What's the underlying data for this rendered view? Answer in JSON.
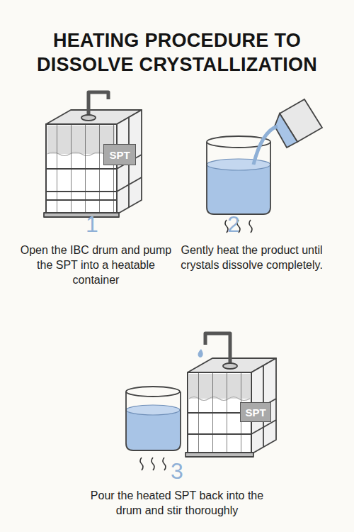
{
  "diagram": {
    "title": "HEATING PROCEDURE TO DISSOLVE CRYSTALLIZATION",
    "nodes": [
      {
        "text": [
          "SPT"
        ]
      },
      {
        "text": [
          "SPT"
        ]
      }
    ],
    "labels": [
      "1",
      "Open the IBC drum and pump the SPT into a heatable container",
      "2",
      "Gently heat the product until crystals dissolve completely.",
      "3",
      "Pour the heated SPT back into the drum and stir thoroughly"
    ]
  }
}
